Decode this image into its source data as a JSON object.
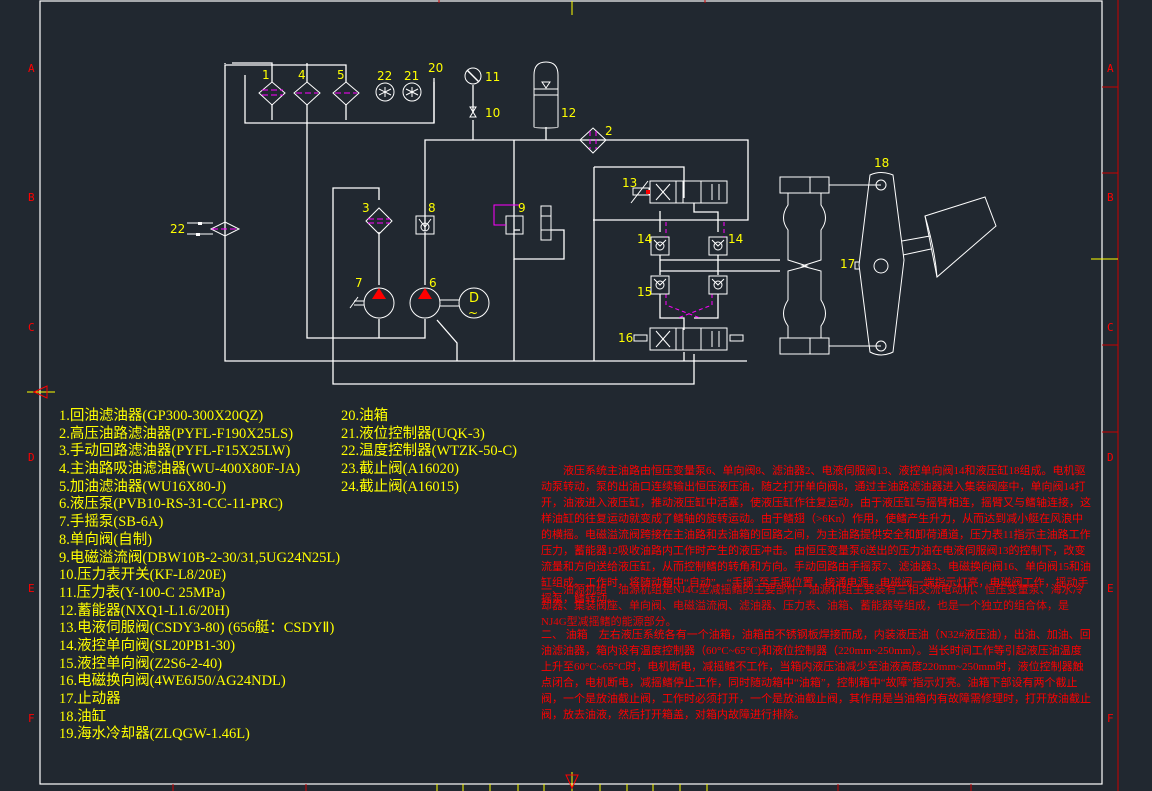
{
  "drawing": {
    "title": "液压系统原理图",
    "colors": {
      "background": "#212830",
      "lines": "#ffffff",
      "labels": "#ffff00",
      "notes": "#ff0000",
      "pilot_lines": "#ff00ff",
      "pump_fill": "#ff0000"
    },
    "zone_rows": [
      "A",
      "B",
      "C",
      "D",
      "E",
      "F"
    ],
    "component_labels": {
      "c1": "1",
      "c2": "2",
      "c3": "3",
      "c4": "4",
      "c5": "5",
      "c6": "6",
      "c7": "7",
      "c8": "8",
      "c9": "9",
      "c10": "10",
      "c11": "11",
      "c12": "12",
      "c13": "13",
      "c14a": "14",
      "c14b": "14",
      "c15": "15",
      "c16": "16",
      "c17": "17",
      "c18": "18",
      "c20": "20",
      "c21": "21",
      "c22": "22",
      "c22b": "22",
      "motor": "D",
      "motor_ac": "~"
    }
  },
  "parts_list": {
    "left": [
      "1.回油滤油器(GP300-300X20QZ)",
      "2.高压油路滤油器(PYFL-F190X25LS)",
      "3.手动回路滤油器(PYFL-F15X25LW)",
      "4.主油路吸油滤油器(WU-400X80F-JA)",
      "5.加油滤油器(WU16X80-J)",
      "6.液压泵(PVB10-RS-31-CC-11-PRC)",
      "7.手摇泵(SB-6A)",
      "8.单向阀(自制)",
      "9.电磁溢流阀(DBW10B-2-30/31,5UG24N25L)",
      "10.压力表开关(KF-L8/20E)",
      "11.压力表(Y-100-C   25MPa)",
      "12.蓄能器(NXQ1-L1.6/20H)",
      "13.电液伺服阀(CSDY3-80)  (656艇：CSDYⅡ)",
      "14.液控单向阀(SL20PB1-30)",
      "15.液控单向阀(Z2S6-2-40)",
      "16.电磁换向阀(4WE6J50/AG24NDL)",
      "17.止动器",
      "18.油缸",
      "19.海水冷却器(ZLQGW-1.46L)"
    ],
    "right": [
      "20.油箱",
      "21.液位控制器(UQK-3)",
      "22.温度控制器(WTZK-50-C)",
      "23.截止阀(A16020)",
      "24.截止阀(A16015)"
    ]
  },
  "notes": {
    "para1": "　　液压系统主油路由恒压变量泵6、单向阀8、滤油器2、电液伺服阀13、液控单向阀14和液压缸18组成。电机驱动泵转动，泵的出油口连续输出恒压液压油，随之打开单向阀8，通过主油路滤油器进入集装阀座中，单向阀14打开，油液进入液压缸，推动液压缸中活塞，使液压缸作往复运动，由于液压缸与摇臂相连，摇臂又与鳍轴连接，这样油缸的往复运动就变成了鳍轴的旋转运动。由于鳍翅（>6Kn）作用，使鳍产生升力，从而达到减小艇在风浪中的横摇。电磁溢流阀跨接在主油路和去油箱的回路之间，为主油路提供安全和卸荷通道，压力表11指示主油路工作压力，蓄能器12吸收油路内工作时产生的液压冲击。由恒压变量泵6送出的压力油在电液伺服阀13的控制下，改变流量和方向送给液压缸，从而控制鳍的转角和方向。手动回路由手摇泵7、滤油器3、电磁换向阀16、单向阀15和油缸组成。工作时，将随动箱中“自动”、“手摇”至手摇位置，接通电源，电磁阀一端指示灯亮，电磁阀工作，摇动手摇泵，鳍转动。",
    "overlap_line": "一、油源机组　油源机组是NJ4G型减摇鳍的主要部件，油源机组主要装有三相交流电动机、恒压变量泵、海水冷却器、集装阀座、单向阀、电磁溢流阀、滤油器、压力表、油箱、蓄能器等组成，也是一个独立的组合体，是NJ4G型减摇鳍的能源部分。",
    "para2": "二、 油箱　左右液压系统各有一个油箱，油箱由不锈钢板焊接而成，内装液压油（N32#液压油），出油、加油、回油滤油器，箱内设有温度控制器（60°C~65°C)和液位控制器（220mm~250mm）。当长时间工作等引起液压油温度上升至60°C~65°C时，电机断电，减摇鳍不工作，当箱内液压油减少至油液高度220mm~250mm时，液位控制器触点闭合，电机断电，减摇鳍停止工作，同时随动箱中“油箱”，控制箱中“故障”指示灯亮。油箱下部设有两个截止阀，一个是放油截止阀，工作时必须打开，一个是放油截止阀，其作用是当油箱内有故障需修理时，打开放油截止阀，放去油液，然后打开箱盖，对箱内故障进行排除。"
  }
}
